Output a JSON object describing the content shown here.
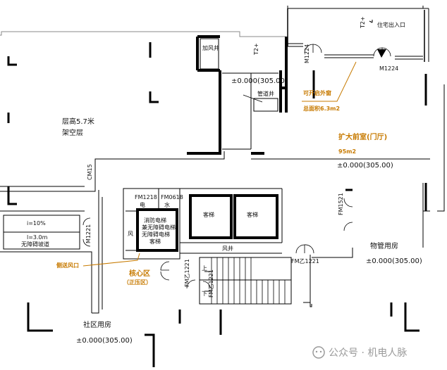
{
  "labels": {
    "jiafengjing": "加风井",
    "t2_top_left": "T2+",
    "t2_top_right": "T2+",
    "residence_entrance": "住宅出入口",
    "door_m1224_left": "M1224",
    "door_m1224_right": "M1224",
    "elev_top": "±0.000(305.00)",
    "equipment_shaft": "管道井",
    "openable_window_1": "可开启外窗",
    "openable_window_2": "总面积6.3m2",
    "floor_height": "层高5.7米",
    "overhead_floor": "架空层",
    "expanded_vestibule": "扩大前室(门厅)",
    "vestibule_area": "95m2",
    "elev_vestibule": "±0.000(305.00)",
    "door_cm15": "CM15",
    "door_fm218": "FM1218",
    "door_fm618": "FM0618",
    "water_label": "水",
    "elec_label": "电",
    "fire_elev_1": "消防电梯",
    "fire_elev_2": "兼无障碍电梯",
    "fire_elev_3": "无障碍电梯",
    "fire_elev_4": "客梯",
    "passenger_elev_1": "客梯",
    "passenger_elev_2": "客梯",
    "wind_small": "风",
    "wind_shaft": "风井",
    "door_fm1521": "FM1521",
    "property_room": "物管用房",
    "elev_property": "±0.000(305.00)",
    "slope_pct": "i=10%",
    "slope_len": "l=3.0m",
    "ramp": "无障碍坡道",
    "door_m1221": "M1221",
    "smoke_vent": "侧送风口",
    "core_zone": "核心区",
    "positive_pressure": "（正压区）",
    "door_fm1221_a": "FM乙1221",
    "door_fm1221_b": "FM乙1221",
    "door_fm1221_c": "FM乙1221",
    "stair_up_1": "上",
    "stair_down": "下",
    "community_room": "社区用房",
    "elev_community": "±0.000(305.00)",
    "watermark": "公众号 · 机电人脉"
  },
  "colors": {
    "wall": "#000000",
    "outline": "#8a8a8a",
    "annotation": "#c77a00"
  }
}
